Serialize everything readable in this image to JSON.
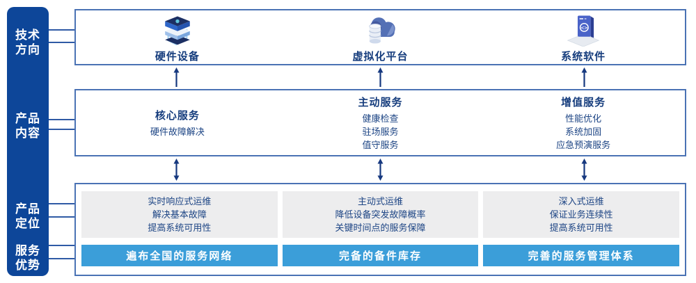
{
  "sidebar": {
    "items": [
      {
        "label": "技术\n方向"
      },
      {
        "label": "产品\n内容"
      },
      {
        "label": "产品\n定位"
      },
      {
        "label": "服务\n优势"
      }
    ]
  },
  "tech_row": {
    "items": [
      {
        "icon": "server-stack-icon",
        "label": "硬件设备"
      },
      {
        "icon": "cloud-database-icon",
        "label": "虚拟化平台"
      },
      {
        "icon": "software-window-icon",
        "label": "系统软件"
      }
    ]
  },
  "services_row": {
    "columns": [
      {
        "title": "核心服务",
        "items": [
          "硬件故障解决"
        ]
      },
      {
        "title": "主动服务",
        "items": [
          "健康检查",
          "驻场服务",
          "值守服务"
        ]
      },
      {
        "title": "增值服务",
        "items": [
          "性能优化",
          "系统加固",
          "应急预演服务"
        ]
      }
    ]
  },
  "positioning_row": {
    "columns": [
      {
        "points": [
          "实时响应式运维",
          "解决基本故障",
          "提高系统可用性"
        ],
        "advantage": "遍布全国的服务网络"
      },
      {
        "points": [
          "主动式运维",
          "降低设备突发故障概率",
          "关键时间点的服务保障"
        ],
        "advantage": "完备的备件库存"
      },
      {
        "points": [
          "深入式运维",
          "保证业务连续性",
          "提高系统可用性"
        ],
        "advantage": "完善的服务管理体系"
      }
    ]
  },
  "colors": {
    "sidebar_bg": "#0d4699",
    "box_border": "#4a72b4",
    "body_text": "#1c4484",
    "heading_text": "#163d7d",
    "advantage_bar_bg": "#3b9ed9",
    "gray_card_bg": "#ededee",
    "arrow": "#16387f",
    "connector": "#2f5aa5"
  }
}
